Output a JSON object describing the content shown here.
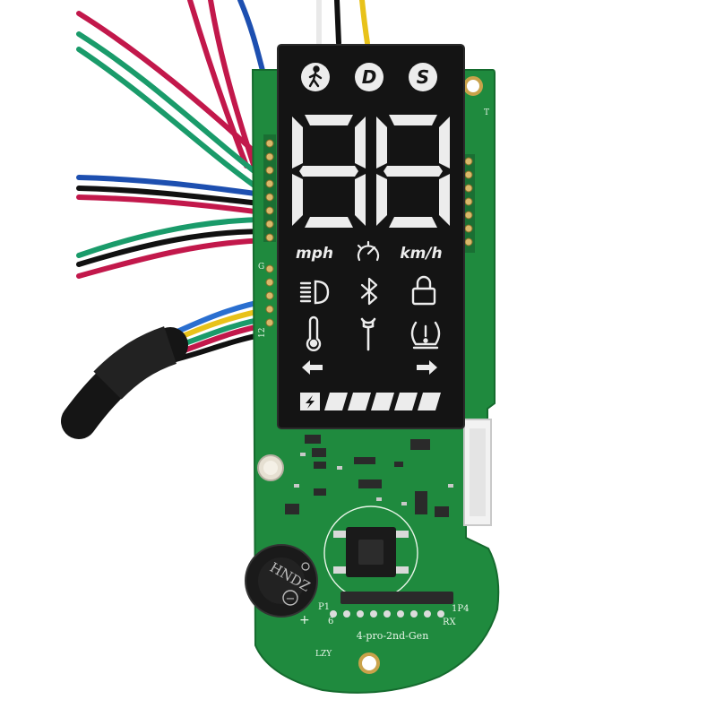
{
  "image": {
    "subject": "scooter dashboard circuit board",
    "colors": {
      "background": "#ffffff",
      "pcb": "#1f8a3e",
      "pcb_dark": "#156b2e",
      "display_bg": "#141414",
      "segment_on": "#ececec",
      "segment_dim": "#2a2a2a",
      "buzzer": "#1a1a1a",
      "connector": "#f2f2f2"
    },
    "wires": [
      "#c2184b",
      "#c2184b",
      "#c2184b",
      "#1a9b6a",
      "#1a9b6a",
      "#1d4fb0",
      "#111111",
      "#e8c21a",
      "#2a6fd0",
      "#ffffff"
    ]
  },
  "display": {
    "mode_buttons": [
      {
        "icon": "walk-mode-icon",
        "label": ""
      },
      {
        "icon": "drive-mode-icon",
        "label": "D"
      },
      {
        "icon": "sport-mode-icon",
        "label": "S"
      }
    ],
    "speed_digits": "88",
    "unit_left": "mph",
    "unit_right": "km/h",
    "icons": [
      "speedometer-icon",
      "headlight-icon",
      "bluetooth-icon",
      "lock-icon",
      "thermometer-icon",
      "wrench-icon",
      "tire-pressure-icon",
      "left-arrow-icon",
      "right-arrow-icon",
      "battery-bolt-icon"
    ],
    "battery_bars": 5
  },
  "board": {
    "buzzer_marking": "HNDZ",
    "buzzer_plus": "+",
    "buzzer_minus": "−",
    "board_label": "4-pro-2nd-Gen",
    "label_lzy": "LZY",
    "pad_p1": "P1",
    "pad_6": "6",
    "pad_rx": "RX",
    "pad_1p4": "1P4",
    "header_g": "G",
    "header_12": "12",
    "mark_t": "T"
  }
}
